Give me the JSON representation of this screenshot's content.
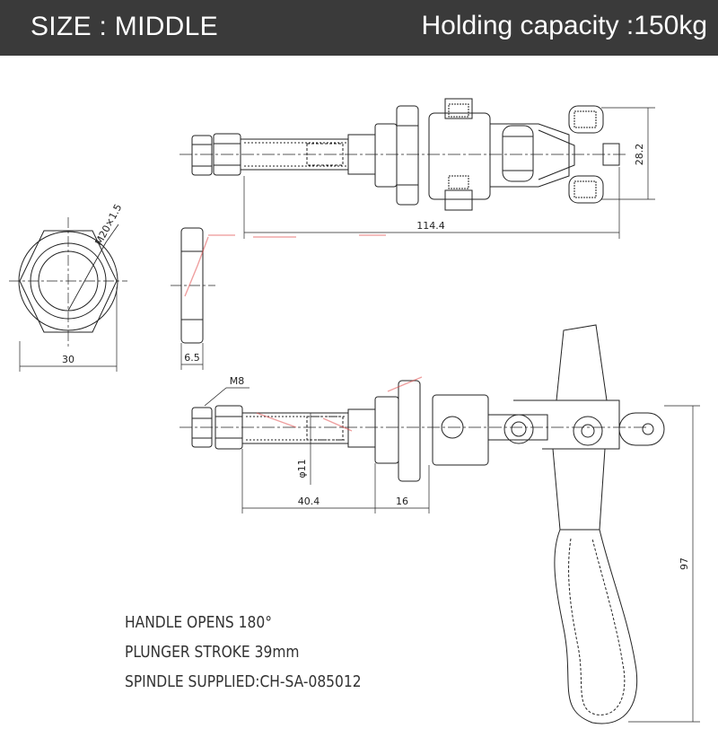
{
  "header": {
    "size_label": "SIZE : MIDDLE",
    "capacity_label": "Holding capacity :150kg",
    "background": "#3a3a3a",
    "text_color": "#ffffff"
  },
  "dimensions": {
    "height_top": "28.2",
    "length_total": "114.4",
    "thread": "M20×1.5",
    "nut_width": "30",
    "nut_thickness": "6.5",
    "bolt": "M8",
    "diameter": "φ11",
    "len_a": "40.4",
    "len_b": "16",
    "handle_height": "97"
  },
  "notes": {
    "line1": "HANDLE OPENS 180°",
    "line2": "PLUNGER STROKE  39mm",
    "line3": "SPINDLE SUPPLIED:CH-SA-085012"
  },
  "colors": {
    "line": "#222222",
    "accent_marks": "#e04040"
  }
}
